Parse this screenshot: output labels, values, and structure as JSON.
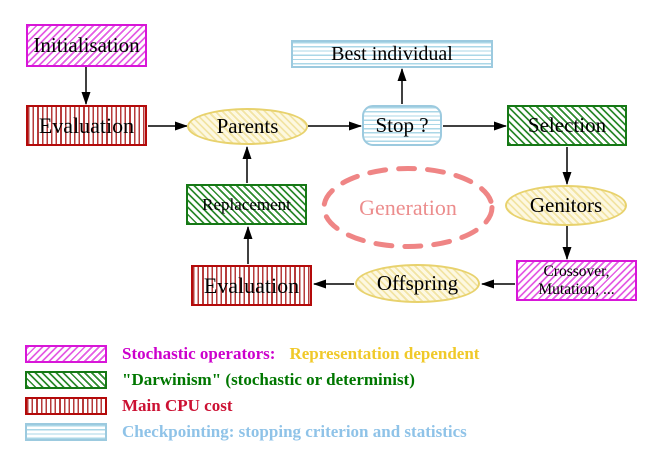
{
  "diagram": {
    "nodes": {
      "initialisation": "Initialisation",
      "evaluation_top": "Evaluation",
      "parents": "Parents",
      "best_individual": "Best individual",
      "stop": "Stop ?",
      "selection": "Selection",
      "genitors": "Genitors",
      "crossover_line1": "Crossover,",
      "crossover_line2": "Mutation, ...",
      "offspring": "Offspring",
      "evaluation_bottom": "Evaluation",
      "replacement": "Replacement",
      "generation": "Generation"
    },
    "legend": {
      "stochastic_label": "Stochastic operators:",
      "stochastic_suffix": "Representation dependent",
      "darwinism_label": "\"Darwinism\" (stochastic or determinist)",
      "cpu_label": "Main CPU cost",
      "checkpoint_label": "Checkpointing: stopping criterion and statistics"
    },
    "colors": {
      "magenta": "#cc00cc",
      "gold": "#f0c929",
      "green": "#007700",
      "crimson": "#cc1133",
      "light_blue": "#8fc3e8",
      "salmon": "#ef8585",
      "yellow_node_border": "#e8d26d",
      "arrow_black": "#000000"
    }
  }
}
